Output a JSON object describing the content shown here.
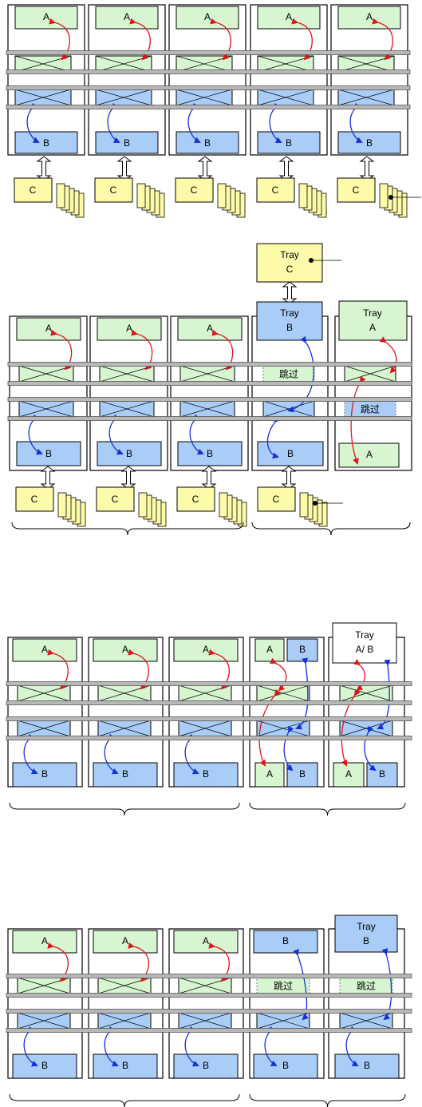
{
  "labels": {
    "a": "A",
    "b": "B",
    "c": "C",
    "tray": "Tray",
    "skip": "跳过",
    "tray_c_line2": "C",
    "tray_b_line2": "B",
    "tray_a_line2": "A",
    "tray_ab_line2": "A/ B"
  },
  "colors": {
    "green_fill": "#d6f5d0",
    "blue_fill": "#a9cdf7",
    "yellow_fill": "#fdfbaa",
    "rail_grey": "#b8b8b8",
    "red_arrow": "#e0141c",
    "blue_arrow": "#1530d8"
  },
  "sections": [
    {
      "id": "section-1",
      "groups": []
    },
    {
      "id": "section-2",
      "groups": [
        "left-group",
        "right-group"
      ]
    },
    {
      "id": "section-3",
      "groups": [
        "left-group",
        "right-group"
      ]
    },
    {
      "id": "section-4",
      "groups": [
        "left-group",
        "right-group"
      ]
    }
  ]
}
